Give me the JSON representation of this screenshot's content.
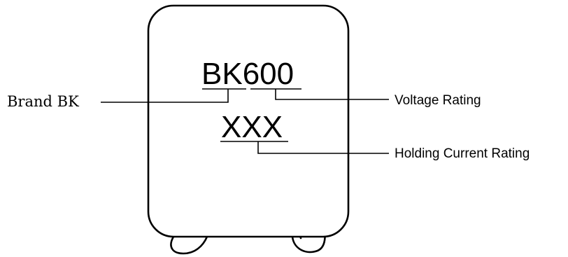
{
  "marking": {
    "line1_prefix": "BK",
    "line1_suffix": "600",
    "line2": "XXX"
  },
  "labels": {
    "brand": "Brand BK",
    "voltage": "Voltage Rating",
    "holding_current": "Holding Current Rating"
  }
}
